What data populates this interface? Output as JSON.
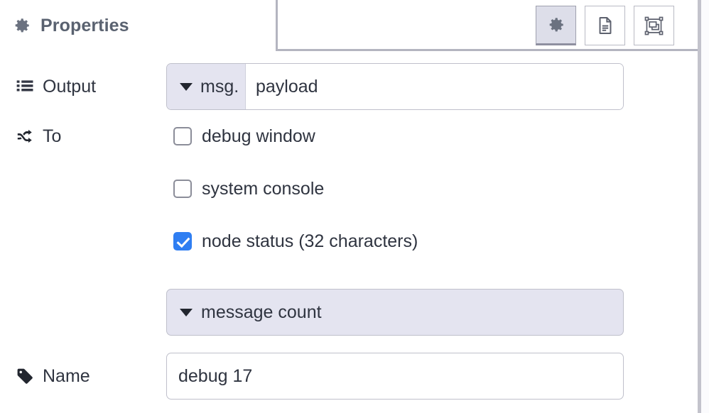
{
  "panel": {
    "tab": {
      "icon": "gear-icon",
      "label": "Properties"
    },
    "toolbar": [
      {
        "name": "properties-button",
        "icon": "gear-icon",
        "active": true
      },
      {
        "name": "description-button",
        "icon": "document-icon",
        "active": false
      },
      {
        "name": "appearance-button",
        "icon": "appearance-icon",
        "active": false
      }
    ]
  },
  "rows": {
    "output": {
      "icon": "list-icon",
      "label": "Output",
      "field": {
        "prefix": "msg.",
        "value": "payload",
        "caret": "chevron-down-icon"
      }
    },
    "to": {
      "icon": "shuffle-icon",
      "label": "To",
      "checkboxes": [
        {
          "name": "debug-window",
          "label": "debug window",
          "checked": false
        },
        {
          "name": "system-console",
          "label": "system console",
          "checked": false
        },
        {
          "name": "node-status",
          "label": "node status (32 characters)",
          "checked": true
        }
      ],
      "select": {
        "name": "status-type-select",
        "value": "message count",
        "caret": "chevron-down-icon"
      }
    },
    "name": {
      "icon": "tag-icon",
      "label": "Name",
      "field": {
        "value": "debug 17",
        "placeholder": "Name"
      }
    }
  },
  "colors": {
    "accent_checked": "#2f7ef2",
    "field_prefix_bg": "#e4e4f0",
    "border": "#bfc0cb",
    "header_text": "#5a6270",
    "body_text": "#2f3440"
  }
}
